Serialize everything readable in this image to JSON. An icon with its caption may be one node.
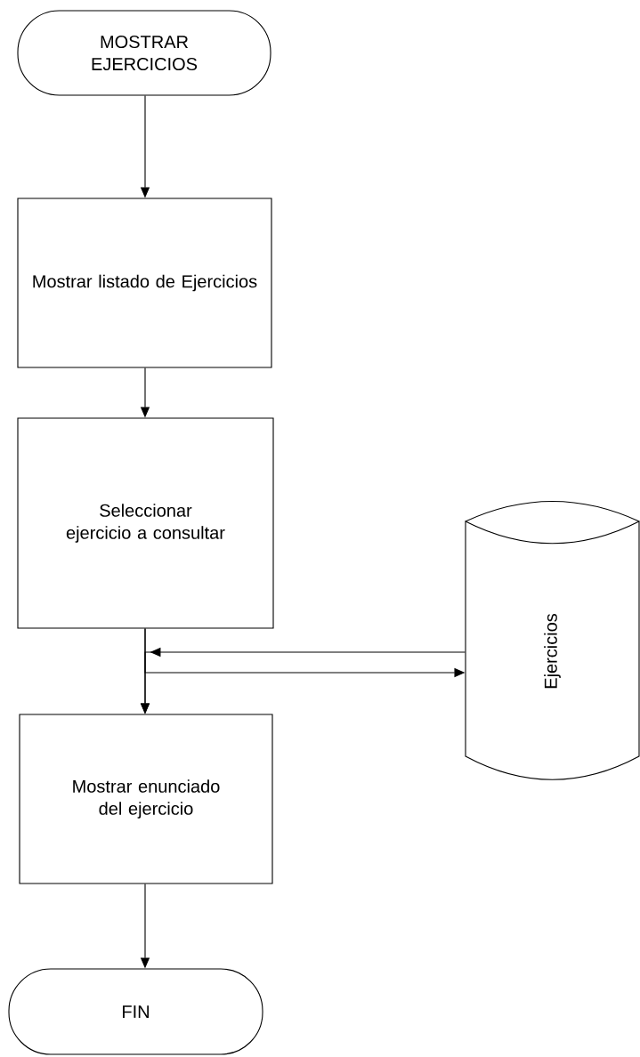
{
  "diagram": {
    "nodes": [
      {
        "text": [
          "MOSTRAR EJERCICIOS"
        ]
      },
      {
        "text": [
          "Mostrar listado de Ejercicios"
        ]
      },
      {
        "text": [
          "Seleccionar ejercicio a consultar"
        ]
      },
      {
        "text": [
          "Ejercicios"
        ]
      },
      {
        "text": [
          "Mostrar enunciado del ejercicio"
        ]
      },
      {
        "text": [
          "FIN"
        ]
      }
    ],
    "edges": [
      {
        "from": 0,
        "to": 1,
        "arrow": "to"
      },
      {
        "from": 1,
        "to": 2,
        "arrow": "to"
      },
      {
        "from": 2,
        "to": 4,
        "arrow": "to"
      },
      {
        "from": 3,
        "to": 4,
        "arrow": "to"
      },
      {
        "from": 2,
        "to": 3,
        "arrow": "to"
      },
      {
        "from": 4,
        "to": 5,
        "arrow": "to"
      }
    ]
  }
}
